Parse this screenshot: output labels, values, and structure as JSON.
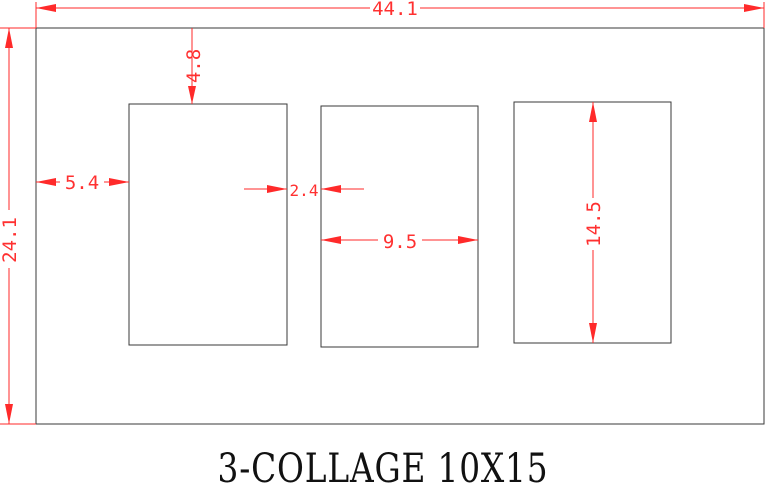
{
  "title": "3-COLLAGE 10X15",
  "dimensions": {
    "total_width": "44.1",
    "total_height": "24.1",
    "top_margin": "4.8",
    "left_margin": "5.4",
    "gap": "2.4",
    "opening_width": "9.5",
    "opening_height": "14.5"
  },
  "colors": {
    "dimension_lines": "#ff2a2a",
    "outline": "#3a3a3a"
  }
}
